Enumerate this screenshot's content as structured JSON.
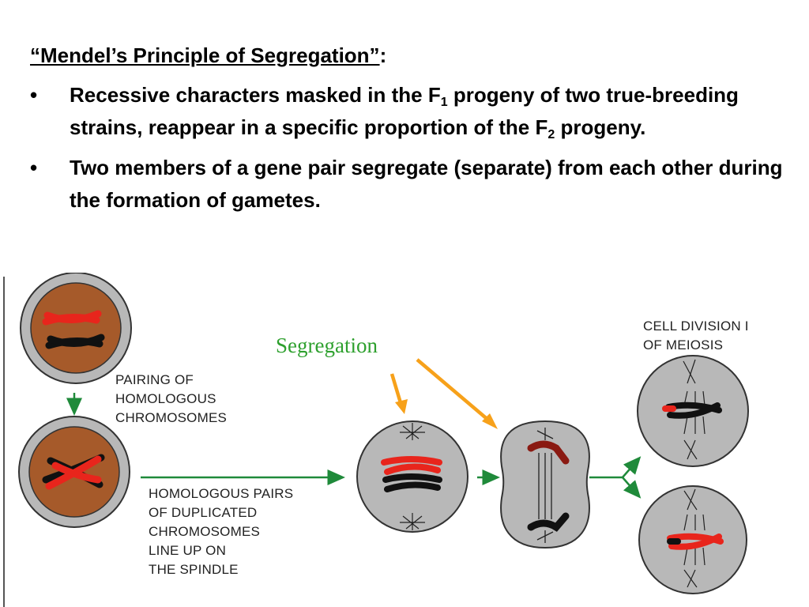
{
  "slide": {
    "heading_quoted": "“Mendel’s Principle of Segregation”",
    "heading_colon": ":",
    "bullets": [
      {
        "marker": "•",
        "part1": "Recessive characters masked in the F",
        "sub1": "1",
        "part2": " progeny of two true-breeding strains, reappear in a specific proportion of the F",
        "sub2": "2",
        "part3": " progeny."
      },
      {
        "marker": "•",
        "text": "Two members of a gene pair segregate (separate) from each other during the formation of gametes."
      }
    ]
  },
  "diagram": {
    "segregation_label": "Segregation",
    "segregation_color": "#2ea02e",
    "arrow_color": "#f7a11a",
    "nucleus_color": "#a65a2a",
    "cell_color": "#b8b8b8",
    "labels": {
      "pairing": [
        "PAIRING OF",
        "HOMOLOGOUS",
        "CHROMOSOMES"
      ],
      "homologous": [
        "HOMOLOGOUS PAIRS",
        "OF DUPLICATED",
        "CHROMOSOMES",
        "LINE UP ON",
        "THE SPINDLE"
      ],
      "division": [
        "CELL DIVISION I",
        "OF MEIOSIS"
      ]
    }
  }
}
